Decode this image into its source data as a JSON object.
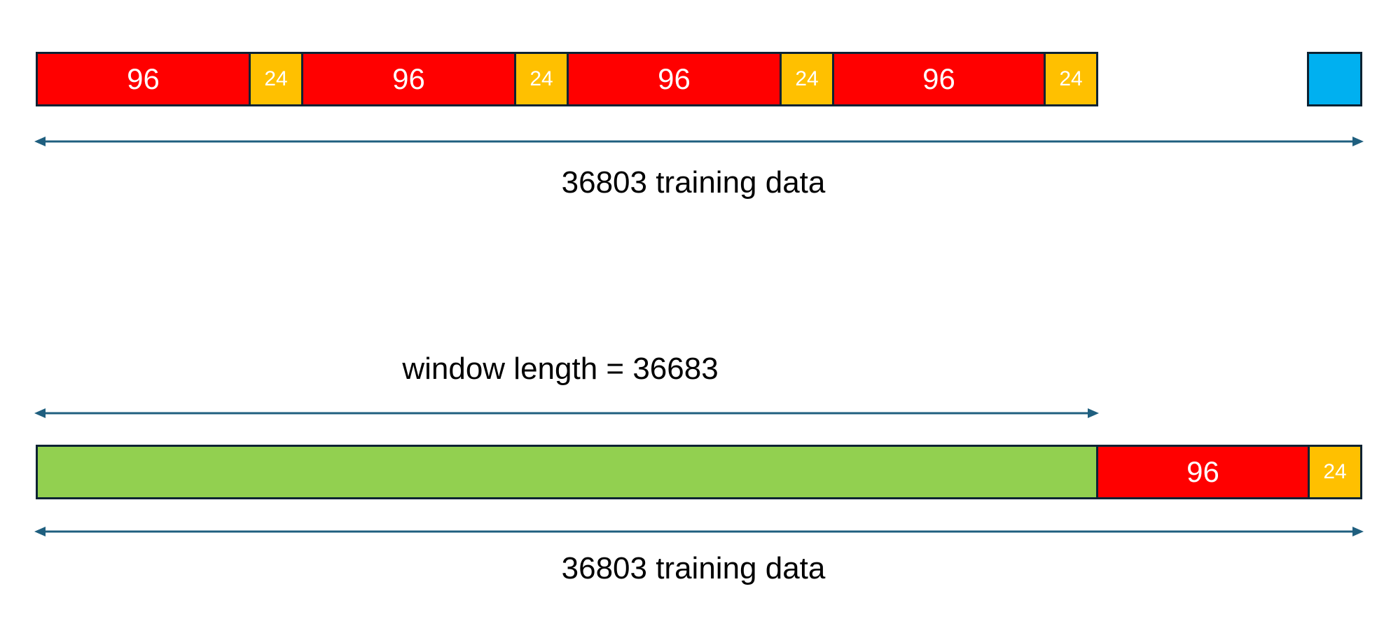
{
  "top_row": {
    "segments": [
      {
        "kind": "input",
        "label": "96"
      },
      {
        "kind": "output",
        "label": "24"
      },
      {
        "kind": "input",
        "label": "96"
      },
      {
        "kind": "output",
        "label": "24"
      },
      {
        "kind": "input",
        "label": "96"
      },
      {
        "kind": "output",
        "label": "24"
      },
      {
        "kind": "input",
        "label": "96"
      },
      {
        "kind": "output",
        "label": "24"
      }
    ],
    "caption": "36803 training data"
  },
  "bottom_row": {
    "window_caption": "window length = 36683",
    "input_label": "96",
    "output_label": "24",
    "caption": "36803 training data"
  },
  "colors": {
    "input": "#ff0000",
    "output": "#ffc000",
    "remainder": "#00b0f0",
    "window": "#92d050",
    "arrow": "#1f5f7f",
    "border": "#0b2233"
  }
}
